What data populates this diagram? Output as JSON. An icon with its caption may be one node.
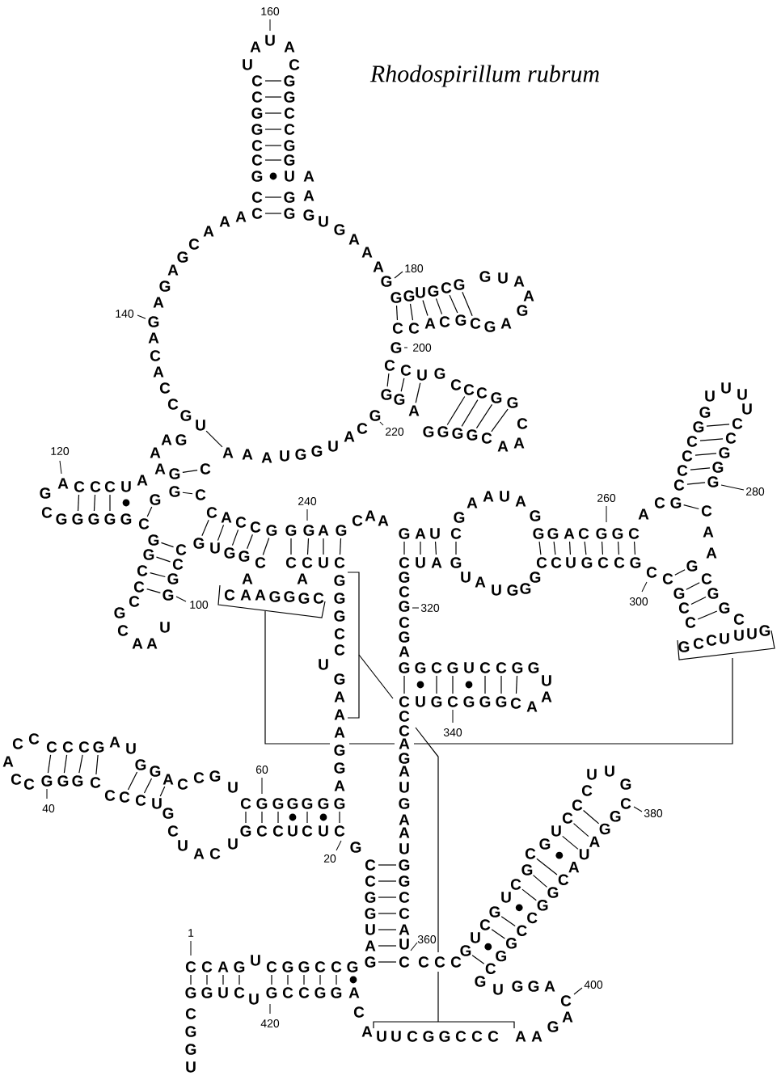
{
  "diagram": {
    "title": "Rhodospirillum rubrum",
    "labels": [
      "160",
      "U",
      "A",
      "U",
      "A",
      "C",
      "C",
      "C",
      "G",
      "G",
      "C",
      "C",
      "G",
      "C",
      "C",
      "G",
      "G",
      "C",
      "C",
      "G",
      "G",
      "U",
      "G",
      "G",
      "A",
      "A",
      "140",
      "A",
      "A",
      "A",
      "C",
      "G",
      "A",
      "G",
      "A",
      "G",
      "A",
      "C",
      "A",
      "C",
      "C",
      "G",
      "U",
      "G",
      "U",
      "G",
      "A",
      "A",
      "A",
      "G",
      "180",
      "G",
      "G",
      "U",
      "G",
      "C",
      "G",
      "G",
      "U",
      "A",
      "A",
      "G",
      "C",
      "C",
      "A",
      "C",
      "G",
      "C",
      "G",
      "A",
      "G",
      "200",
      "C",
      "C",
      "U",
      "G",
      "C",
      "C",
      "C",
      "G",
      "G",
      "G",
      "G",
      "G",
      "G",
      "C",
      "A",
      "A",
      "C",
      "G",
      "G",
      "A",
      "G",
      "220",
      "A",
      "A",
      "A",
      "U",
      "G",
      "G",
      "U",
      "A",
      "C",
      "120",
      "A",
      "A",
      "G",
      "A",
      "G",
      "C",
      "G",
      "C",
      "A",
      "C",
      "C",
      "C",
      "U",
      "A",
      "G",
      "G",
      "C",
      "G",
      "G",
      "G",
      "G",
      "G",
      "C",
      "G",
      "U",
      "G",
      "G",
      "C",
      "A",
      "C",
      "C",
      "G",
      "G",
      "100",
      "G",
      "C",
      "A",
      "A",
      "U",
      "C",
      "C",
      "C",
      "G",
      "G",
      "C",
      "A",
      "C",
      "C",
      "G",
      "C",
      "A",
      "A",
      "G",
      "G",
      "G",
      "C",
      "A",
      "C",
      "C",
      "U",
      "C",
      "240",
      "G",
      "G",
      "A",
      "G",
      "C",
      "A",
      "A",
      "G",
      "A",
      "U",
      "C",
      "G",
      "A",
      "A",
      "U",
      "A",
      "G",
      "G",
      "G",
      "A",
      "C",
      "G",
      "G",
      "C",
      "260",
      "A",
      "C",
      "G",
      "C",
      "C",
      "C",
      "C",
      "G",
      "G",
      "U",
      "U",
      "U",
      "U",
      "C",
      "C",
      "G",
      "G",
      "G",
      "C",
      "280",
      "A",
      "A",
      "G",
      "C",
      "G",
      "G",
      "C",
      "G",
      "C",
      "C",
      "U",
      "U",
      "U",
      "G",
      "C",
      "C",
      "G",
      "C",
      "C",
      "300",
      "C",
      "C",
      "U",
      "G",
      "C",
      "C",
      "G",
      "U",
      "A",
      "U",
      "G",
      "G",
      "G",
      "C",
      "U",
      "A",
      "G",
      "G",
      "C",
      "G",
      "C",
      "G",
      "A",
      "G",
      "320",
      "G",
      "C",
      "G",
      "U",
      "C",
      "C",
      "G",
      "G",
      "U",
      "A",
      "C",
      "U",
      "G",
      "C",
      "G",
      "G",
      "G",
      "C",
      "A",
      "340",
      "C",
      "C",
      "A",
      "G",
      "A",
      "U",
      "G",
      "A",
      "A",
      "U",
      "G",
      "G",
      "C",
      "C",
      "A",
      "U",
      "C",
      "360",
      "C",
      "C",
      "G",
      "G",
      "U",
      "A",
      "G",
      "C",
      "C",
      "C",
      "G",
      "U",
      "C",
      "G",
      "U",
      "C",
      "G",
      "C",
      "G",
      "U",
      "C",
      "C",
      "C",
      "U",
      "U",
      "G",
      "380",
      "C",
      "G",
      "G",
      "A",
      "U",
      "A",
      "C",
      "G",
      "G",
      "C",
      "C",
      "G",
      "G",
      "C",
      "G",
      "U",
      "G",
      "G",
      "A",
      "C",
      "400",
      "G",
      "A",
      "A",
      "U",
      "U",
      "C",
      "G",
      "G",
      "C",
      "C",
      "C",
      "A",
      "A",
      "C",
      "1",
      "C",
      "C",
      "A",
      "G",
      "U",
      "C",
      "G",
      "G",
      "C",
      "C",
      "G",
      "G",
      "G",
      "U",
      "C",
      "U",
      "G",
      "C",
      "C",
      "G",
      "G",
      "A",
      "420",
      "C",
      "G",
      "G",
      "U",
      "G",
      "C",
      "C",
      "U",
      "C",
      "U",
      "C",
      "20",
      "G",
      "C",
      "G",
      "G",
      "G",
      "G",
      "G",
      "G",
      "A",
      "G",
      "G",
      "A",
      "A",
      "A",
      "G",
      "U",
      "C",
      "C",
      "G",
      "G",
      "G",
      "60",
      "C",
      "C",
      "G",
      "G",
      "G",
      "C",
      "C",
      "C",
      "C",
      "U",
      "G",
      "C",
      "U",
      "A",
      "C",
      "U",
      "40",
      "A",
      "C",
      "C",
      "C",
      "C",
      "C",
      "G",
      "A",
      "U",
      "G",
      "G",
      "A",
      "C",
      "C",
      "G",
      "U"
    ]
  }
}
